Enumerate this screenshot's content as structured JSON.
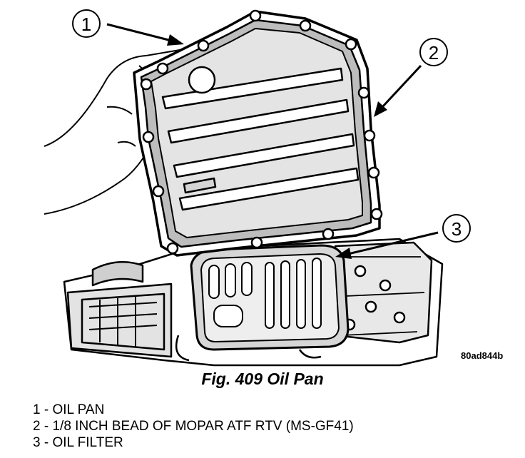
{
  "figure": {
    "caption": "Fig. 409 Oil Pan",
    "image_code": "80ad844b",
    "callouts": [
      {
        "number": "1",
        "part": "oil-pan"
      },
      {
        "number": "2",
        "part": "rtv-bead"
      },
      {
        "number": "3",
        "part": "oil-filter"
      }
    ]
  },
  "legend": [
    {
      "num": "1",
      "sep": " - ",
      "text": "OIL PAN"
    },
    {
      "num": "2",
      "sep": " - ",
      "text": "1/8 INCH BEAD OF MOPAR ATF RTV (MS-GF41)"
    },
    {
      "num": "3",
      "sep": " - ",
      "text": "OIL FILTER"
    }
  ]
}
